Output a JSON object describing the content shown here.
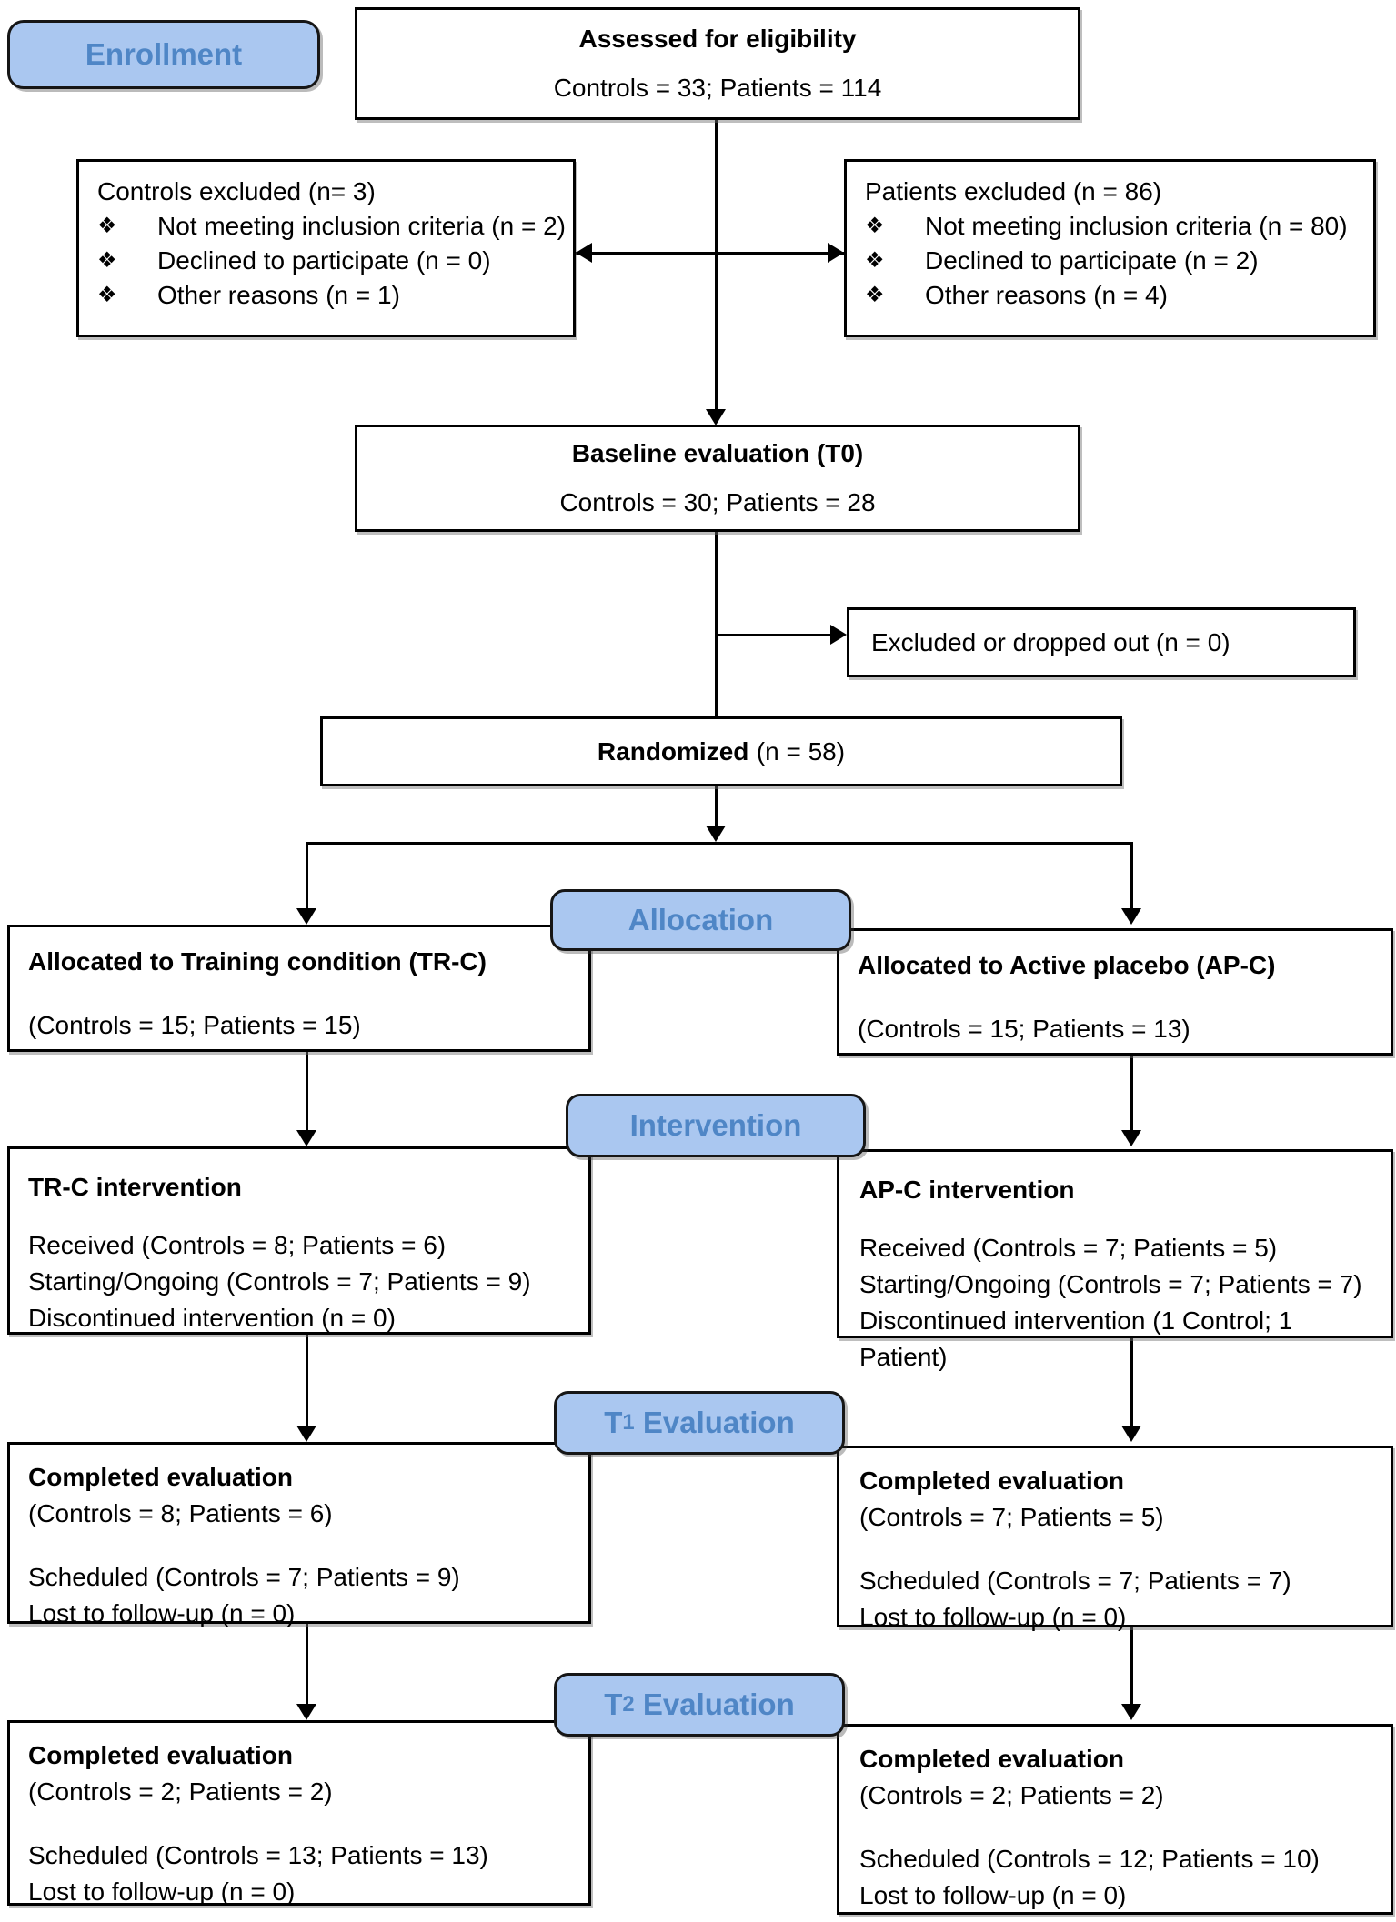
{
  "stages": {
    "enrollment": "Enrollment",
    "allocation": "Allocation",
    "intervention": "Intervention",
    "t1_prefix": "T",
    "t1_sub": "1",
    "t1_rest": "Evaluation",
    "t2_prefix": "T",
    "t2_sub": "2",
    "t2_rest": "Evaluation"
  },
  "glyphs": {
    "bullet": "❖"
  },
  "colors": {
    "stage_fill": "#aac7f0",
    "stage_text": "#4f86c6",
    "box_border": "#000000",
    "line": "#000000",
    "background": "#ffffff"
  },
  "boxes": {
    "assessed": {
      "title": "Assessed for eligibility",
      "subtitle": "Controls = 33; Patients = 114"
    },
    "controls_excluded": {
      "title": "Controls excluded (n= 3)",
      "items": [
        "Not meeting inclusion criteria (n = 2)",
        "Declined to participate (n = 0)",
        "Other reasons (n = 1)"
      ]
    },
    "patients_excluded": {
      "title": "Patients excluded (n = 86)",
      "items": [
        "Not meeting inclusion criteria (n = 80)",
        "Declined to participate (n = 2)",
        "Other reasons (n = 4)"
      ]
    },
    "baseline": {
      "title": "Baseline evaluation (T0)",
      "subtitle": "Controls = 30; Patients = 28"
    },
    "dropped": {
      "text": "Excluded or dropped out (n = 0)"
    },
    "randomized": {
      "title_bold": "Randomized",
      "title_rest": "(n = 58)"
    },
    "alloc_left": {
      "title": "Allocated to Training condition (TR-C)",
      "subtitle": "(Controls = 15; Patients = 15)"
    },
    "alloc_right": {
      "title": "Allocated to Active placebo (AP-C)",
      "subtitle": "(Controls = 15; Patients = 13)"
    },
    "interv_left": {
      "title": "TR-C intervention",
      "lines": [
        "Received (Controls = 8; Patients = 6)",
        "Starting/Ongoing (Controls = 7; Patients = 9)",
        "Discontinued intervention (n = 0)"
      ]
    },
    "interv_right": {
      "title": "AP-C intervention",
      "lines": [
        "Received (Controls = 7; Patients = 5)",
        "Starting/Ongoing (Controls = 7; Patients = 7)",
        "Discontinued intervention (1 Control; 1 Patient)"
      ]
    },
    "t1_left": {
      "title": "Completed evaluation",
      "subtitle": "(Controls = 8; Patients = 6)",
      "lines": [
        "Scheduled (Controls = 7; Patients = 9)",
        "Lost to follow-up (n = 0)"
      ]
    },
    "t1_right": {
      "title": "Completed evaluation",
      "subtitle": "(Controls = 7; Patients = 5)",
      "lines": [
        "Scheduled (Controls = 7; Patients = 7)",
        "Lost to follow-up (n = 0)"
      ]
    },
    "t2_left": {
      "title": "Completed evaluation",
      "subtitle": "(Controls = 2; Patients = 2)",
      "lines": [
        "Scheduled (Controls = 13; Patients = 13)",
        "Lost to follow-up (n = 0)"
      ]
    },
    "t2_right": {
      "title": "Completed evaluation",
      "subtitle": "(Controls = 2; Patients = 2)",
      "lines": [
        "Scheduled (Controls = 12; Patients = 10)",
        "Lost to follow-up (n = 0)"
      ]
    }
  }
}
